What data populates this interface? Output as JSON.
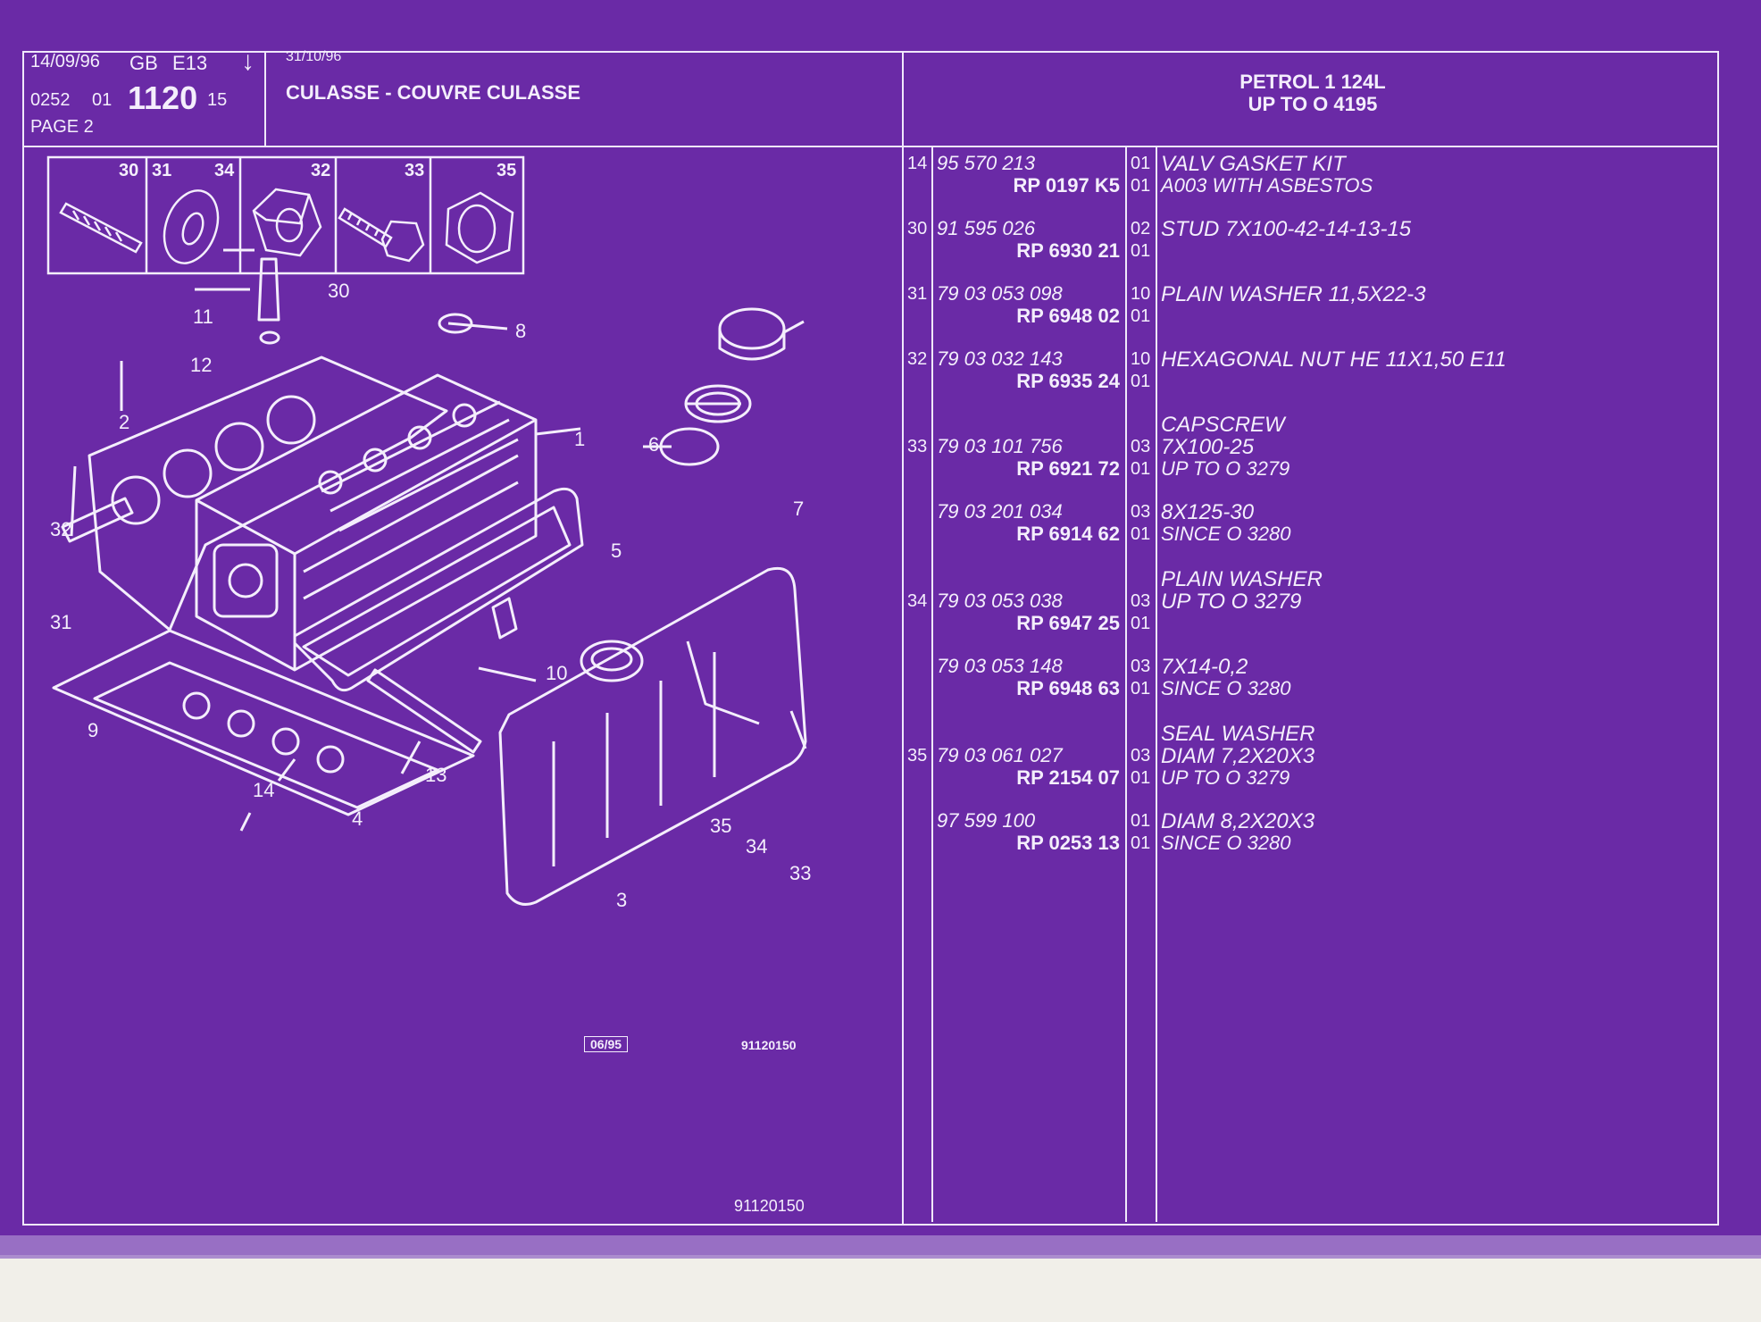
{
  "header": {
    "date1": "14/09/96",
    "lang": "GB",
    "edition": "E13",
    "arrow": "↓",
    "code_prefix": "0252",
    "code_01": "01",
    "code_main": "1120",
    "code_suffix": "15",
    "page": "PAGE 2",
    "date2": "31/10/96",
    "title": "CULASSE - COUVRE CULASSE"
  },
  "application": {
    "line1": "PETROL 1 124L",
    "line2": "UP  TO  O       4195"
  },
  "icon_strip": [
    "30",
    "31",
    "34",
    "32",
    "33",
    "35"
  ],
  "callouts": [
    "1",
    "2",
    "3",
    "4",
    "5",
    "6",
    "7",
    "8",
    "9",
    "10",
    "11",
    "12",
    "13",
    "14",
    "30",
    "31",
    "32",
    "33",
    "34",
    "35"
  ],
  "footer": {
    "edition_box": "06/95",
    "drawing_code": "91120150",
    "drawing_code_bottom": "91120150"
  },
  "parts": [
    {
      "item": "14",
      "ref": "95 570 213",
      "rp": "RP  0197 K5",
      "qty1": "01",
      "qty2": "01",
      "desc1": "VALV GASKET KIT",
      "desc2": "A003 WITH ASBESTOS"
    },
    {
      "item": "30",
      "ref": "91 595 026",
      "rp": "RP  6930 21",
      "qty1": "02",
      "qty2": "01",
      "desc1": "STUD 7X100-42-14-13-15",
      "desc2": ""
    },
    {
      "item": "31",
      "ref": "79 03 053 098",
      "rp": "RP  6948 02",
      "qty1": "10",
      "qty2": "01",
      "desc1": "PLAIN WASHER 11,5X22-3",
      "desc2": ""
    },
    {
      "item": "32",
      "ref": "79 03 032 143",
      "rp": "RP  6935 24",
      "qty1": "10",
      "qty2": "01",
      "desc1": "HEXAGONAL NUT HE 11X1,50 E11",
      "desc2": ""
    },
    {
      "heading": "CAPSCREW"
    },
    {
      "item": "33",
      "ref": "79 03 101 756",
      "rp": "RP  6921 72",
      "qty1": "03",
      "qty2": "01",
      "desc1": "7X100-25",
      "desc2": "UP  TO  O  3279"
    },
    {
      "item": "",
      "ref": "79 03 201 034",
      "rp": "RP  6914 62",
      "qty1": "03",
      "qty2": "01",
      "desc1": "8X125-30",
      "desc2": "SINCE  O  3280"
    },
    {
      "heading": "PLAIN WASHER"
    },
    {
      "item": "34",
      "ref": "79 03 053 038",
      "rp": "RP  6947 25",
      "qty1": "03",
      "qty2": "01",
      "desc1": "UP  TO  O  3279",
      "desc2": ""
    },
    {
      "item": "",
      "ref": "79 03 053 148",
      "rp": "RP  6948 63",
      "qty1": "03",
      "qty2": "01",
      "desc1": "7X14-0,2",
      "desc2": "SINCE  O  3280"
    },
    {
      "heading": "SEAL WASHER"
    },
    {
      "item": "35",
      "ref": "79 03 061 027",
      "rp": "RP  2154 07",
      "qty1": "03",
      "qty2": "01",
      "desc1": "DIAM 7,2X20X3",
      "desc2": "UP  TO  O  3279"
    },
    {
      "item": "",
      "ref": "97 599 100",
      "rp": "RP  0253 13",
      "qty1": "01",
      "qty2": "01",
      "desc1": "DIAM 8,2X20X3",
      "desc2": "SINCE  O  3280"
    }
  ]
}
